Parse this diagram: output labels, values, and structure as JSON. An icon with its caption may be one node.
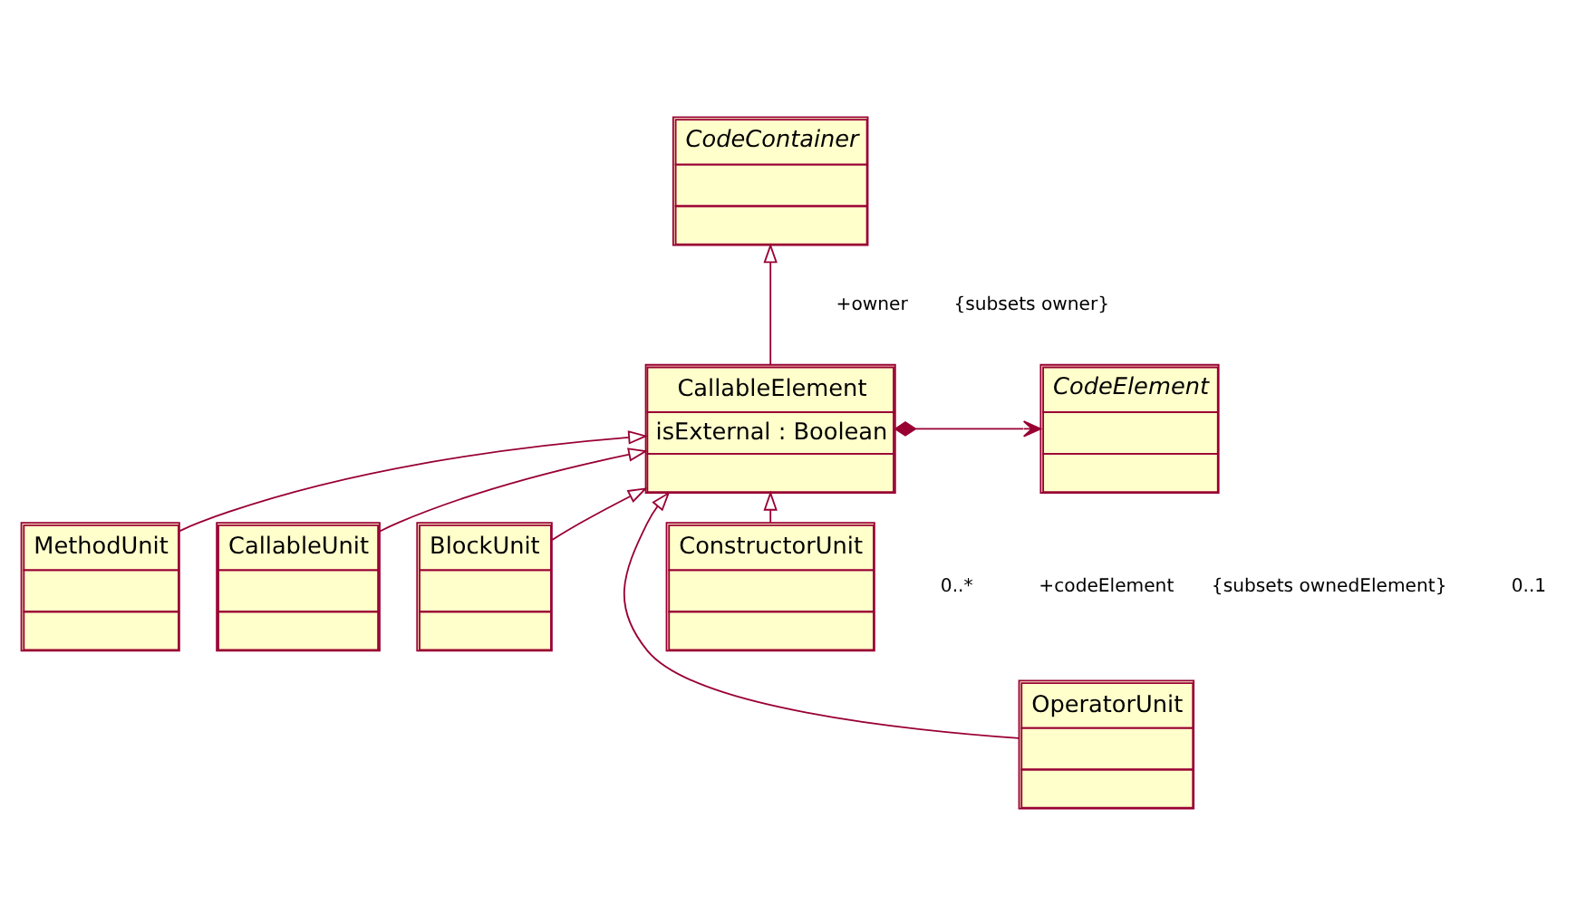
{
  "diagram": {
    "nodes": [
      {
        "text": [
          "CodeContainer"
        ]
      },
      {
        "text": [
          "CallableElement",
          "isExternal : Boolean"
        ]
      },
      {
        "text": [
          "CodeElement"
        ]
      },
      {
        "text": [
          "OperatorUnit"
        ]
      },
      {
        "text": [
          "ConstructorUnit"
        ]
      },
      {
        "text": [
          "MethodUnit"
        ]
      },
      {
        "text": [
          "CallableUnit"
        ]
      },
      {
        "text": [
          "BlockUnit"
        ]
      }
    ],
    "edges": [
      {
        "from": 1,
        "to": 0,
        "arrow": "to"
      },
      {
        "from": 1,
        "to": 2,
        "arrow": "to"
      },
      {
        "from": 3,
        "to": 1,
        "arrow": "to"
      },
      {
        "from": 6,
        "to": 1,
        "arrow": "to"
      },
      {
        "from": 7,
        "to": 1,
        "arrow": "to"
      },
      {
        "from": 5,
        "to": 1,
        "arrow": "to"
      },
      {
        "from": 4,
        "to": 1,
        "arrow": "to"
      }
    ],
    "labels": [
      "+owner",
      "{subsets owner}",
      "0..1",
      "0..*",
      "+codeElement",
      "{subsets ownedElement}"
    ]
  }
}
